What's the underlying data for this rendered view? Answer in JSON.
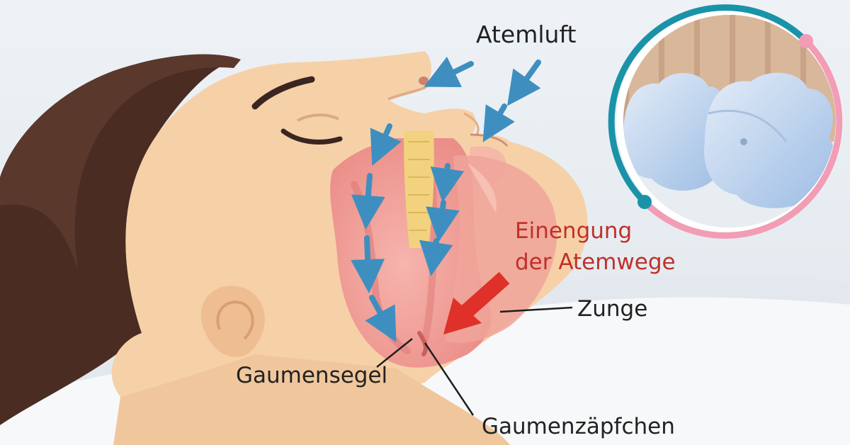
{
  "labels": {
    "breath_air": "Atemluft",
    "narrowing_line1": "Einengung",
    "narrowing_line2": "der Atemwege",
    "tongue": "Zunge",
    "soft_palate": "Gaumensegel",
    "uvula": "Gaumenzäpfchen"
  },
  "colors": {
    "skin": "#f6d1a8",
    "skin_shadow": "#e9b888",
    "hair": "#4a2c22",
    "airway": "#f2a7a0",
    "airway_dark": "#e07c79",
    "flow_arrow": "#3e8fc0",
    "narrowing_arrow": "#e0302a",
    "narrowing_text": "#c0302a",
    "ring_primary": "#1a93a8",
    "ring_secondary": "#f29cb5",
    "pillow": "#bcd3ec"
  },
  "icons": {
    "breath_arrows": "down-left-arrow-icon",
    "narrowing_arrow": "down-left-arrow-icon",
    "inset": "pillow-photo"
  }
}
